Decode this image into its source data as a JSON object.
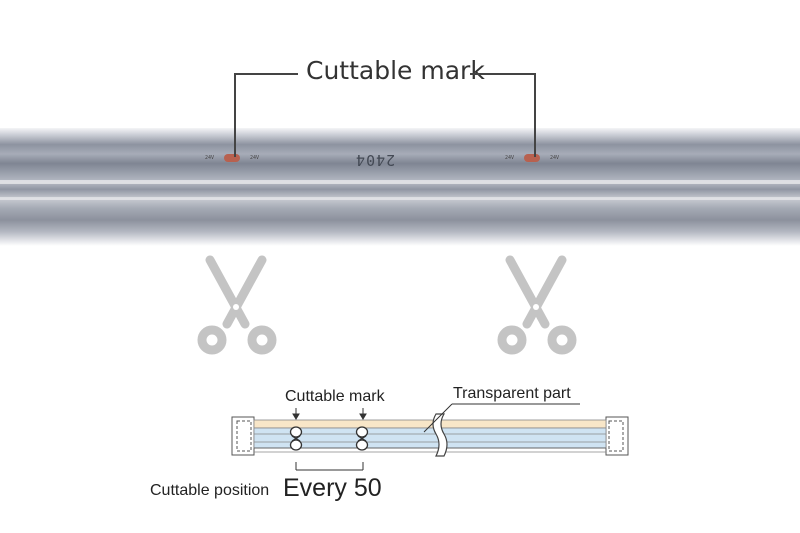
{
  "photo": {
    "cuttable_mark_label": "Cuttable mark",
    "print_code": "2404",
    "pad_text": "24V"
  },
  "diagram": {
    "cuttable_mark_label": "Cuttable mark",
    "transparent_part_label": "Transparent part",
    "cuttable_position_label": "Cuttable position",
    "interval_label": "Every 50"
  },
  "colors": {
    "strip_gray": "#9aa0ac",
    "scissors_gray": "#c4c4c4",
    "pad_copper": "#b8614f",
    "diagram_cream": "#f8e6c8",
    "diagram_blue": "#cfe3f2"
  }
}
